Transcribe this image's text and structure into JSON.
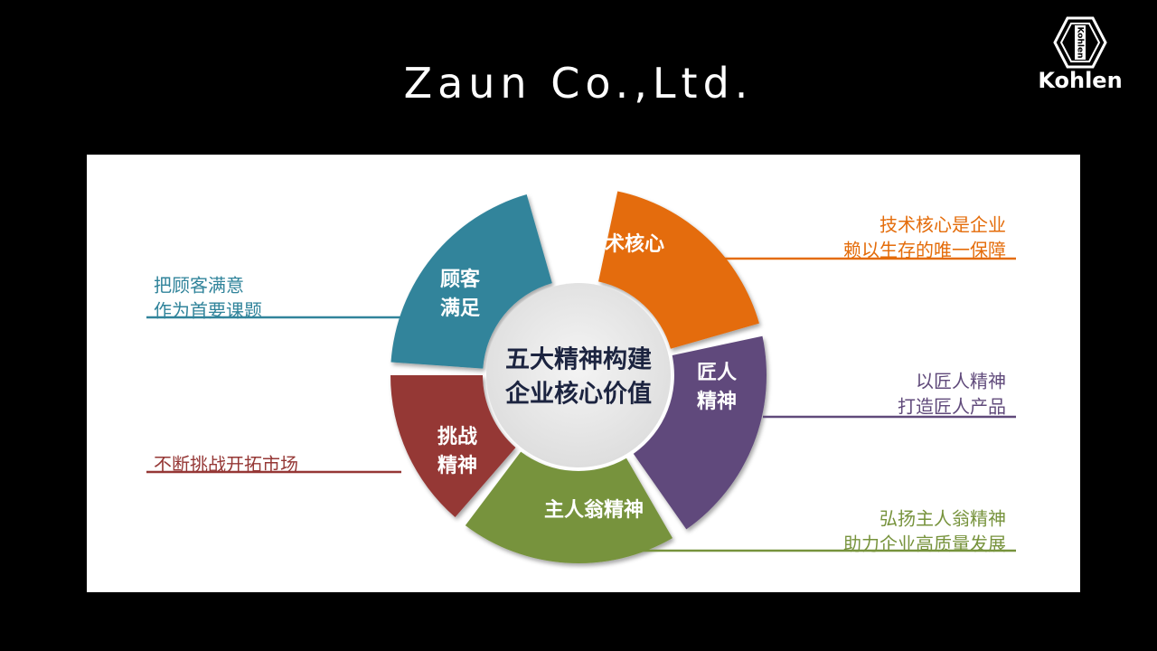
{
  "title": "Zaun Co.,Ltd.",
  "logo": {
    "name": "Kohlen",
    "mark_text": "Kohlen",
    "icon": "kohlen-diamond-logo"
  },
  "diagram": {
    "center": {
      "line1": "五大精神构建",
      "line2": "企业核心价值"
    },
    "segments": [
      {
        "id": "tech-core",
        "label_lines": [
          "技术核心"
        ],
        "color": "#e46c0a",
        "note_lines": [
          "技术核心是企业",
          "赖以生存的唯一保障"
        ]
      },
      {
        "id": "craftsman",
        "label_lines": [
          "匠人",
          "精神"
        ],
        "color": "#604a7b",
        "note_lines": [
          "以匠人精神",
          "打造匠人产品"
        ]
      },
      {
        "id": "ownership",
        "label_lines": [
          "主人翁精神"
        ],
        "color": "#77933c",
        "note_lines": [
          "弘扬主人翁精神",
          "助力企业高质量发展"
        ]
      },
      {
        "id": "challenge",
        "label_lines": [
          "挑战",
          "精神"
        ],
        "color": "#953735",
        "note_lines": [
          "不断挑战开拓市场"
        ]
      },
      {
        "id": "customer",
        "label_lines": [
          "顾客",
          "满足"
        ],
        "color": "#31849b",
        "note_lines": [
          "把顾客满意",
          "作为首要课题"
        ]
      }
    ]
  }
}
